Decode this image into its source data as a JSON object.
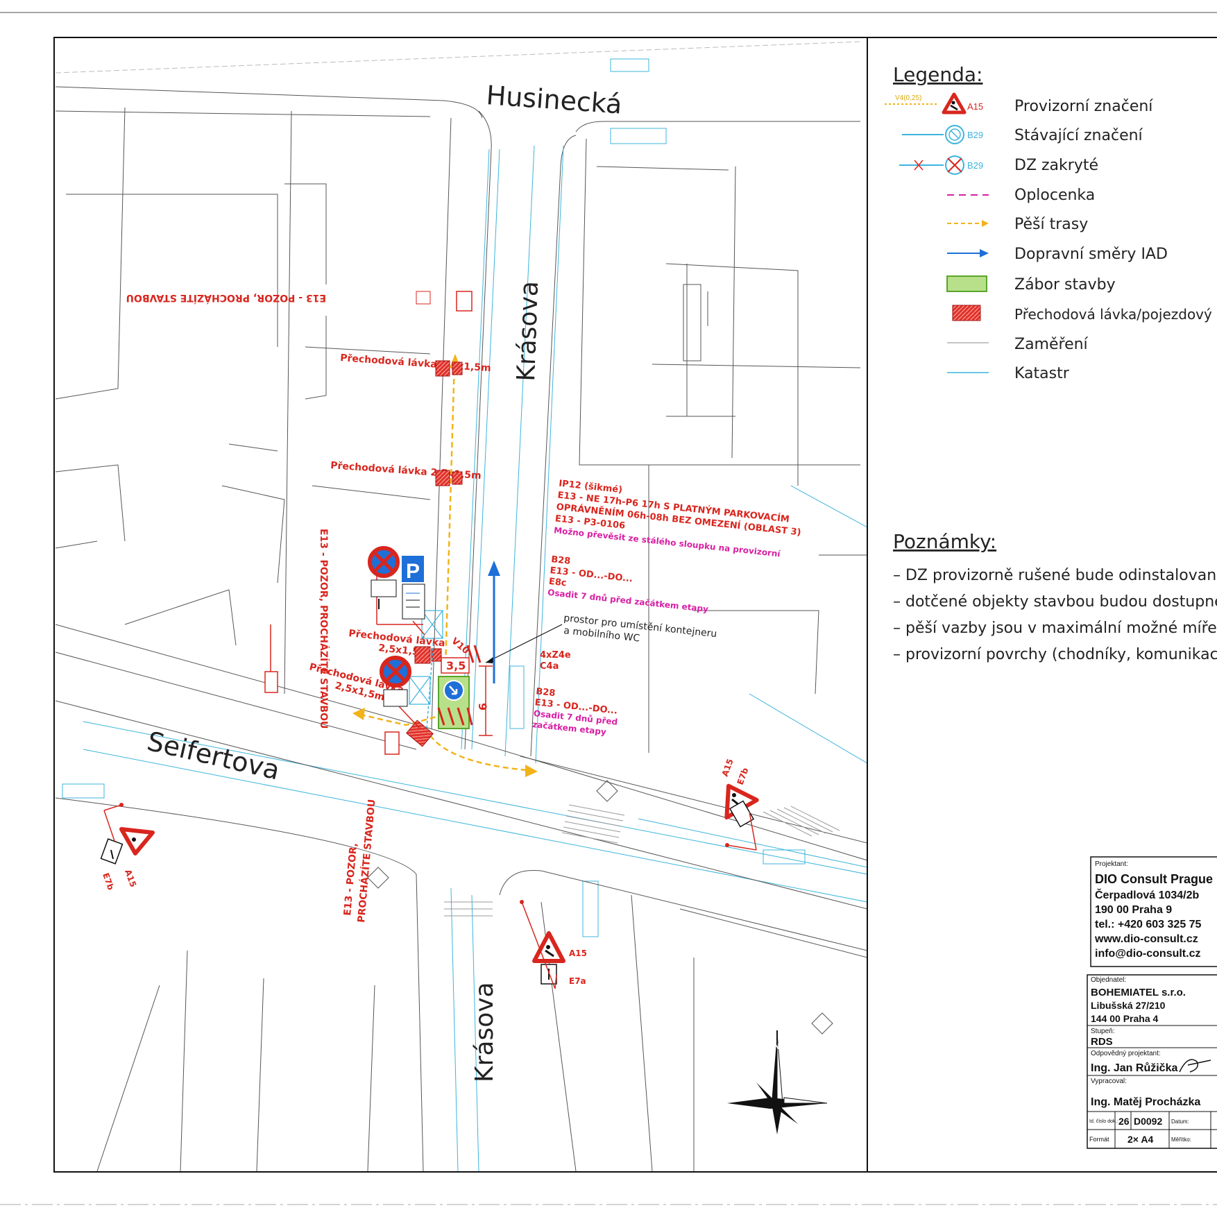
{
  "streets": {
    "husinecka": "Husinecká",
    "krasova_top": "Krásova",
    "seifertova": "Seifertova",
    "krasova_bottom": "Krásova"
  },
  "annotations": {
    "e13_top": "E13 - POZOR, PROCHÁZÍTE STAVBOU",
    "e13_left": "E13 - POZOR, PROCHÁZÍTE STAVBOU",
    "e13_bottom_1": "E13 - POZOR,",
    "e13_bottom_2": "PROCHÁZÍTE STAVBOU",
    "lavka_1": "Přechodová lávka 2,5x1,5m",
    "lavka_2": "Přechodová lávka 2,5x1,5m",
    "lavka_3a": "Přechodová lávka",
    "lavka_3b": "2,5x1,5m",
    "lavka_4a": "Přechodová lávka",
    "lavka_4b": "2,5x1,5m",
    "ip12_1": "IP12 (šikmé)",
    "ip12_2": "E13 - NE 17h-P6 17h S PLATNÝM PARKOVACÍM",
    "ip12_3": "OPRÁVNĚNÍM 06h-08h BEZ OMEZENÍ (OBLAST 3)",
    "ip12_4": "E13 - P3-0106",
    "ip12_5": "Možno převěsit ze stálého sloupku na provizorní",
    "b28_1a": "B28",
    "b28_1b": "E13 - OD...-DO...",
    "b28_1c": "E8c",
    "b28_1d": "Osadit 7 dnů před začátkem etapy",
    "kontejner_1": "prostor pro umístění kontejneru",
    "kontejner_2": "a mobilního WC",
    "z4_1": "4xZ4e",
    "z4_2": "C4a",
    "b28_2a": "B28",
    "b28_2b": "E13 - OD...-DO...",
    "b28_2c": "Osadit 7 dnů před",
    "b28_2d": "začátkem etapy",
    "dim_35": "3,5",
    "dim_9": "9",
    "v10": "V10",
    "a15_right": "A15",
    "e7b_right": "E7b",
    "a15_left": "A15",
    "e7b_left": "E7b",
    "a15_bottom": "A15",
    "e7a_bottom": "E7a",
    "parking_sign": "P",
    "compass_n": "N"
  },
  "legend": {
    "title": "Legenda:",
    "line_label": "V4(0,25)",
    "items": [
      {
        "code": "A15",
        "label": "Provizorní značení"
      },
      {
        "code": "B29",
        "label": "Stávající značení"
      },
      {
        "code": "B29",
        "label": "DZ zakryté"
      },
      {
        "code": "",
        "label": "Oplocenka"
      },
      {
        "code": "",
        "label": "Pěší trasy"
      },
      {
        "code": "",
        "label": "Dopravní směry IAD"
      },
      {
        "code": "",
        "label": "Zábor stavby"
      },
      {
        "code": "",
        "label": "Přechodová lávka/pojezdový ple"
      },
      {
        "code": "",
        "label": "Zaměření"
      },
      {
        "code": "",
        "label": "Katastr"
      }
    ]
  },
  "notes": {
    "title": "Poznámky:",
    "items": [
      "– DZ provizorně rušené bude odinstalované n",
      "– dotčené objekty stavbou budou dostupné p",
      "– pěší vazby jsou v maximální možné míře",
      "– provizorní povrchy (chodníky, komunikace)"
    ]
  },
  "title_block": {
    "projektant_label": "Projektant:",
    "projektant_lines": [
      "DIO Consult Prague",
      "Čerpadlová 1034/2b",
      "190 00 Praha 9",
      "tel.: +420 603 325 75",
      "www.dio-consult.cz",
      "info@dio-consult.cz"
    ],
    "objednatel_label": "Objednatel:",
    "objednatel_lines": [
      "BOHEMIATEL s.r.o.",
      "Libušská 27/210",
      "144 00 Praha 4"
    ],
    "stupen_label": "Stupeň:",
    "stupen": "RDS",
    "odpovedny_label": "Odpovědný projektant:",
    "odpovedny": "Ing. Jan Růžička",
    "vypracoval_label": "Vypracoval:",
    "vypracoval": "Ing. Matěj Procházka",
    "id_label": "Id. číslo dok.:",
    "id_a": "26",
    "id_b": "D0092",
    "datum_label": "Datum:",
    "format_label": "Formát",
    "format": "2× A4",
    "meritko_label": "Měřítko:"
  },
  "colors": {
    "red": "#d8261e",
    "magenta": "#d81fa3",
    "cyan": "#3cb4dc",
    "blue": "#1e6fd8",
    "yellow": "#f2b31a",
    "green": "#b8e08a",
    "green_stroke": "#5aa52a"
  }
}
